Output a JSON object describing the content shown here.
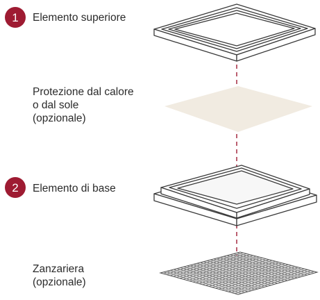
{
  "colors": {
    "accent": "#9e1b32",
    "text": "#2b2b2b",
    "frame_stroke": "#3a3a3a",
    "sun_protection_fill": "#f1ebe1",
    "mesh_stroke": "#555555",
    "dashed_axis": "#9e1b32"
  },
  "parts": [
    {
      "badge": "1",
      "label_lines": [
        "Elemento superiore"
      ]
    },
    {
      "label_lines": [
        "Protezione dal calore",
        "o dal sole",
        "(opzionale)"
      ]
    },
    {
      "badge": "2",
      "label_lines": [
        "Elemento di base"
      ]
    },
    {
      "label_lines": [
        "Zanzariera",
        "(opzionale)"
      ]
    }
  ]
}
